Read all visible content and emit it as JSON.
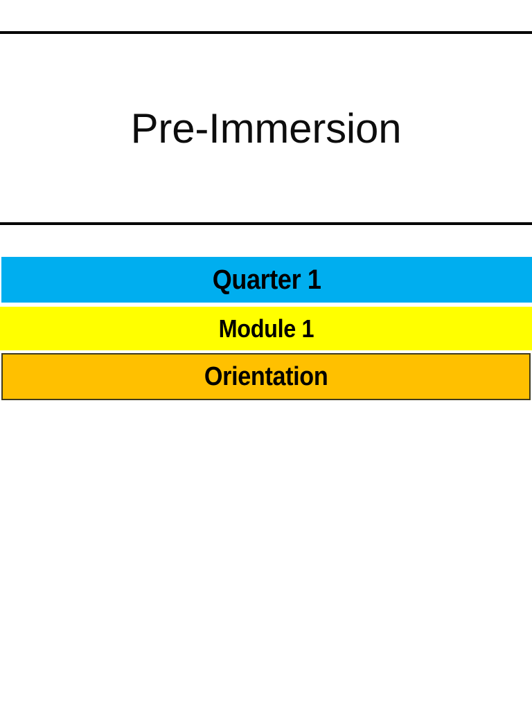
{
  "slide": {
    "title": "Pre-Immersion",
    "dividers": {
      "top_label": "top-divider-line",
      "bottom_label": "bottom-divider-line"
    },
    "bars": [
      {
        "key": "quarter",
        "label": "Quarter 1",
        "color": "#00AEEF",
        "text_color": "#000000"
      },
      {
        "key": "module",
        "label": "Module 1",
        "color": "#FFFF00",
        "text_color": "#000000"
      },
      {
        "key": "orientation",
        "label": "Orientation",
        "color": "#FFC000",
        "text_color": "#000000",
        "border_color": "#3f3a1e"
      }
    ]
  }
}
